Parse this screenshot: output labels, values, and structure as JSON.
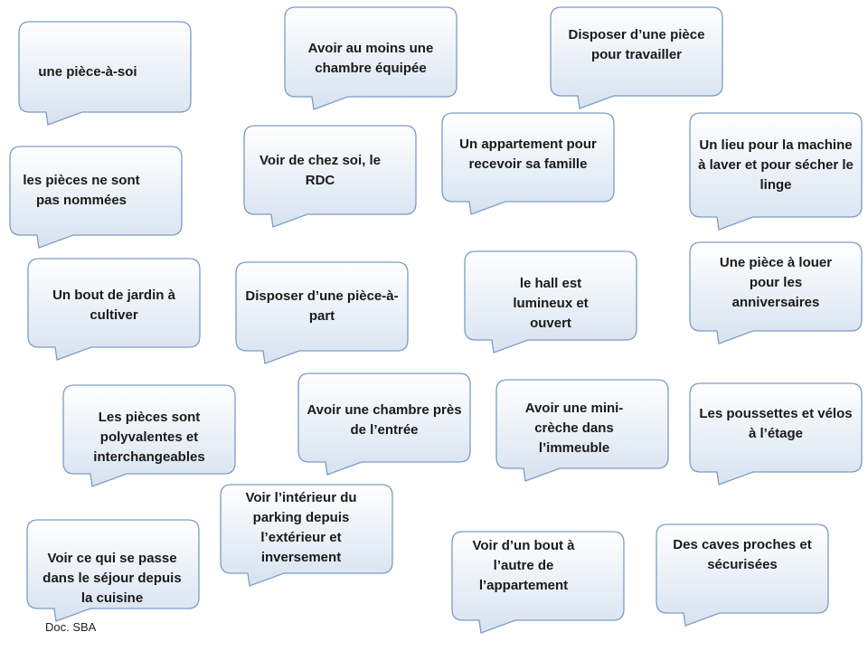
{
  "bubbles": [
    {
      "text": "une pièce-à-soi"
    },
    {
      "text": "Avoir au moins une chambre équipée"
    },
    {
      "text": "Disposer d’une pièce pour travailler"
    },
    {
      "text": "les pièces ne sont pas nommées"
    },
    {
      "text": "Voir de chez soi, le RDC"
    },
    {
      "text": "Un appartement pour recevoir sa famille"
    },
    {
      "text": "Un lieu pour la machine à laver et pour sécher le linge"
    },
    {
      "text": "Un bout de  jardin à cultiver"
    },
    {
      "text": "Disposer d’une pièce-à-part"
    },
    {
      "text": "le hall est lumineux et ouvert"
    },
    {
      "text": "Une pièce à louer pour les anniversaires"
    },
    {
      "text": "Les pièces sont polyvalentes et interchangeables"
    },
    {
      "text": "Avoir une chambre près de l’entrée"
    },
    {
      "text": "Avoir une mini-crèche dans l’immeuble"
    },
    {
      "text": "Les  poussettes et vélos à l’étage"
    },
    {
      "text": "Voir l’intérieur du parking depuis l’extérieur et inversement"
    },
    {
      "text": "Voir ce qui se passe dans le séjour depuis la cuisine"
    },
    {
      "text": "Voir d’un bout à l’autre de l’appartement"
    },
    {
      "text": "Des caves proches et sécurisées"
    }
  ],
  "credit": "Doc. SBA",
  "colors": {
    "fill_top": "#ffffff",
    "fill_bottom": "#d6e2f0",
    "stroke": "#7d9cc4",
    "text": "#1a1a1a"
  }
}
